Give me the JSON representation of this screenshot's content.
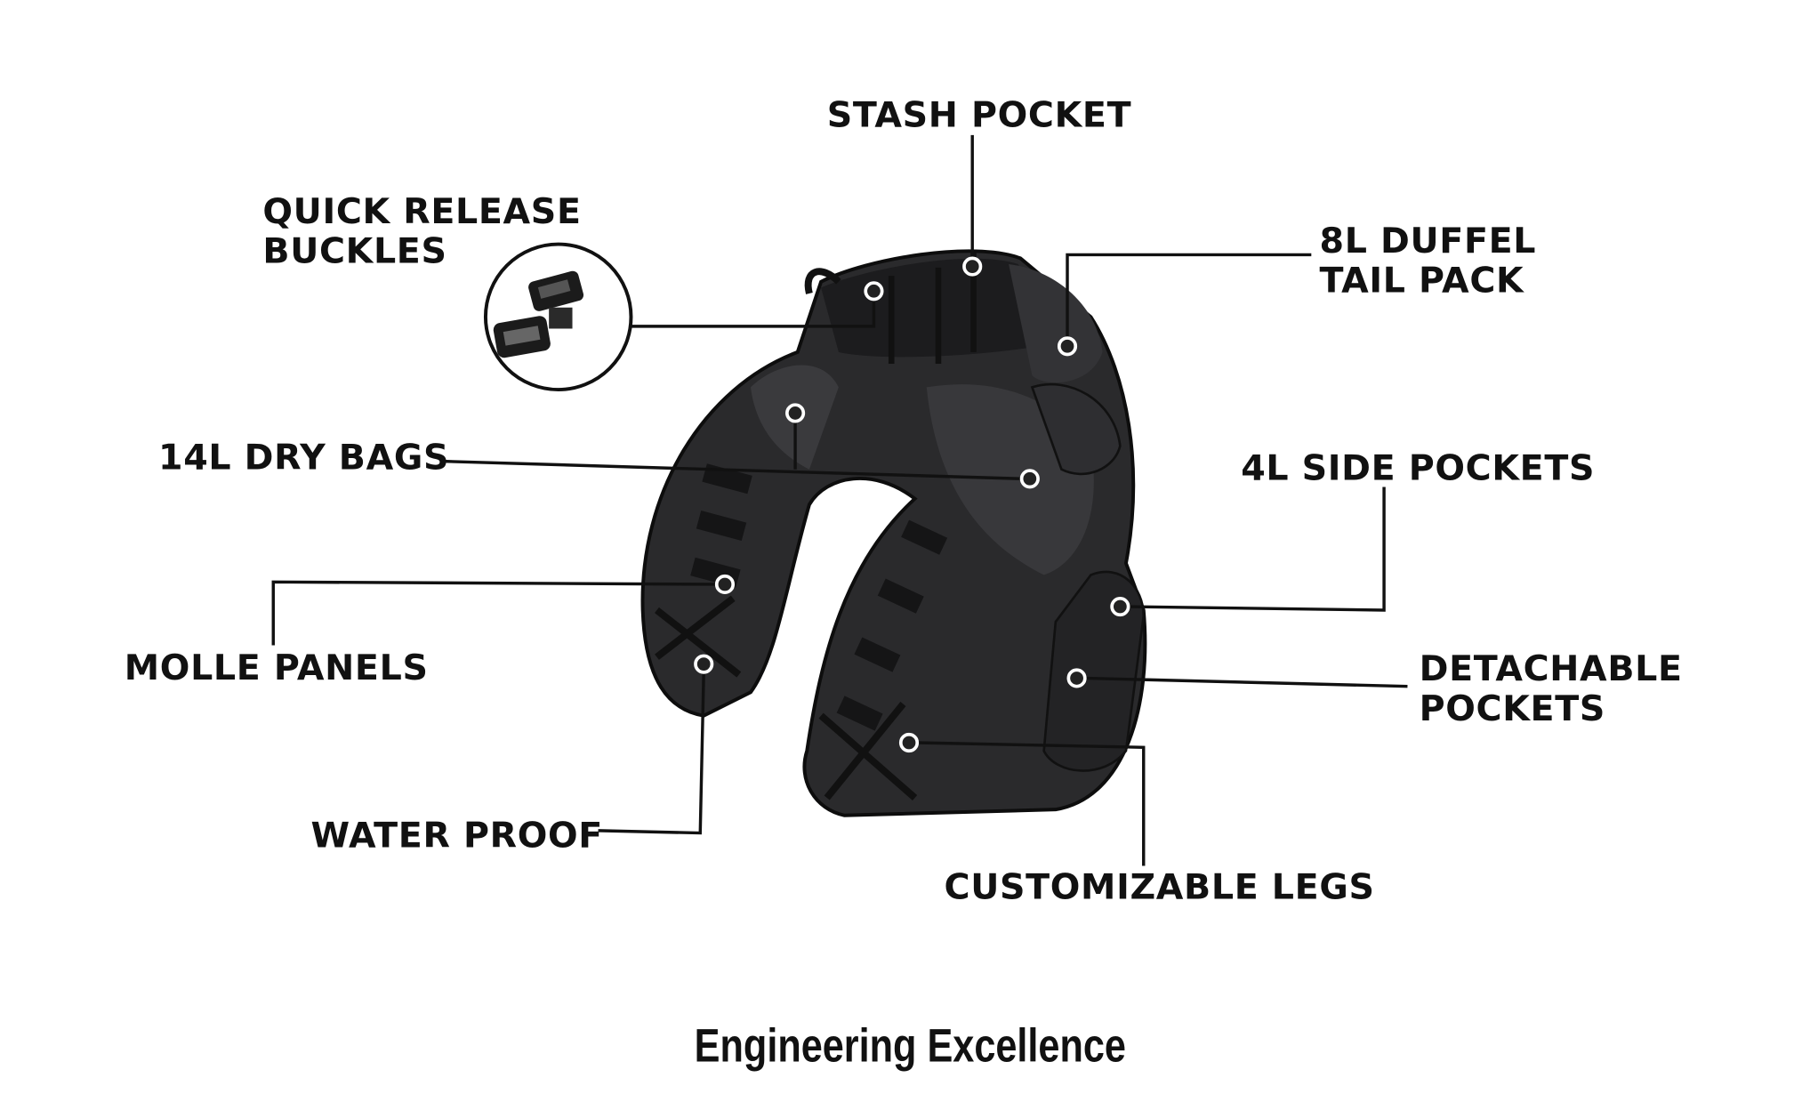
{
  "callouts": {
    "stash_pocket": "STASH POCKET",
    "quick_release_1": "QUICK RELEASE",
    "quick_release_2": "BUCKLES",
    "duffel_1": "8L DUFFEL",
    "duffel_2": "TAIL PACK",
    "dry_bags": "14L DRY BAGS",
    "side_pockets": "4L SIDE POCKETS",
    "molle_panels": "MOLLE PANELS",
    "detachable_1": "DETACHABLE",
    "detachable_2": "POCKETS",
    "water_proof": "WATER PROOF",
    "customizable_legs": "CUSTOMIZABLE LEGS"
  },
  "footer": {
    "title": "Engineering Excellence"
  }
}
